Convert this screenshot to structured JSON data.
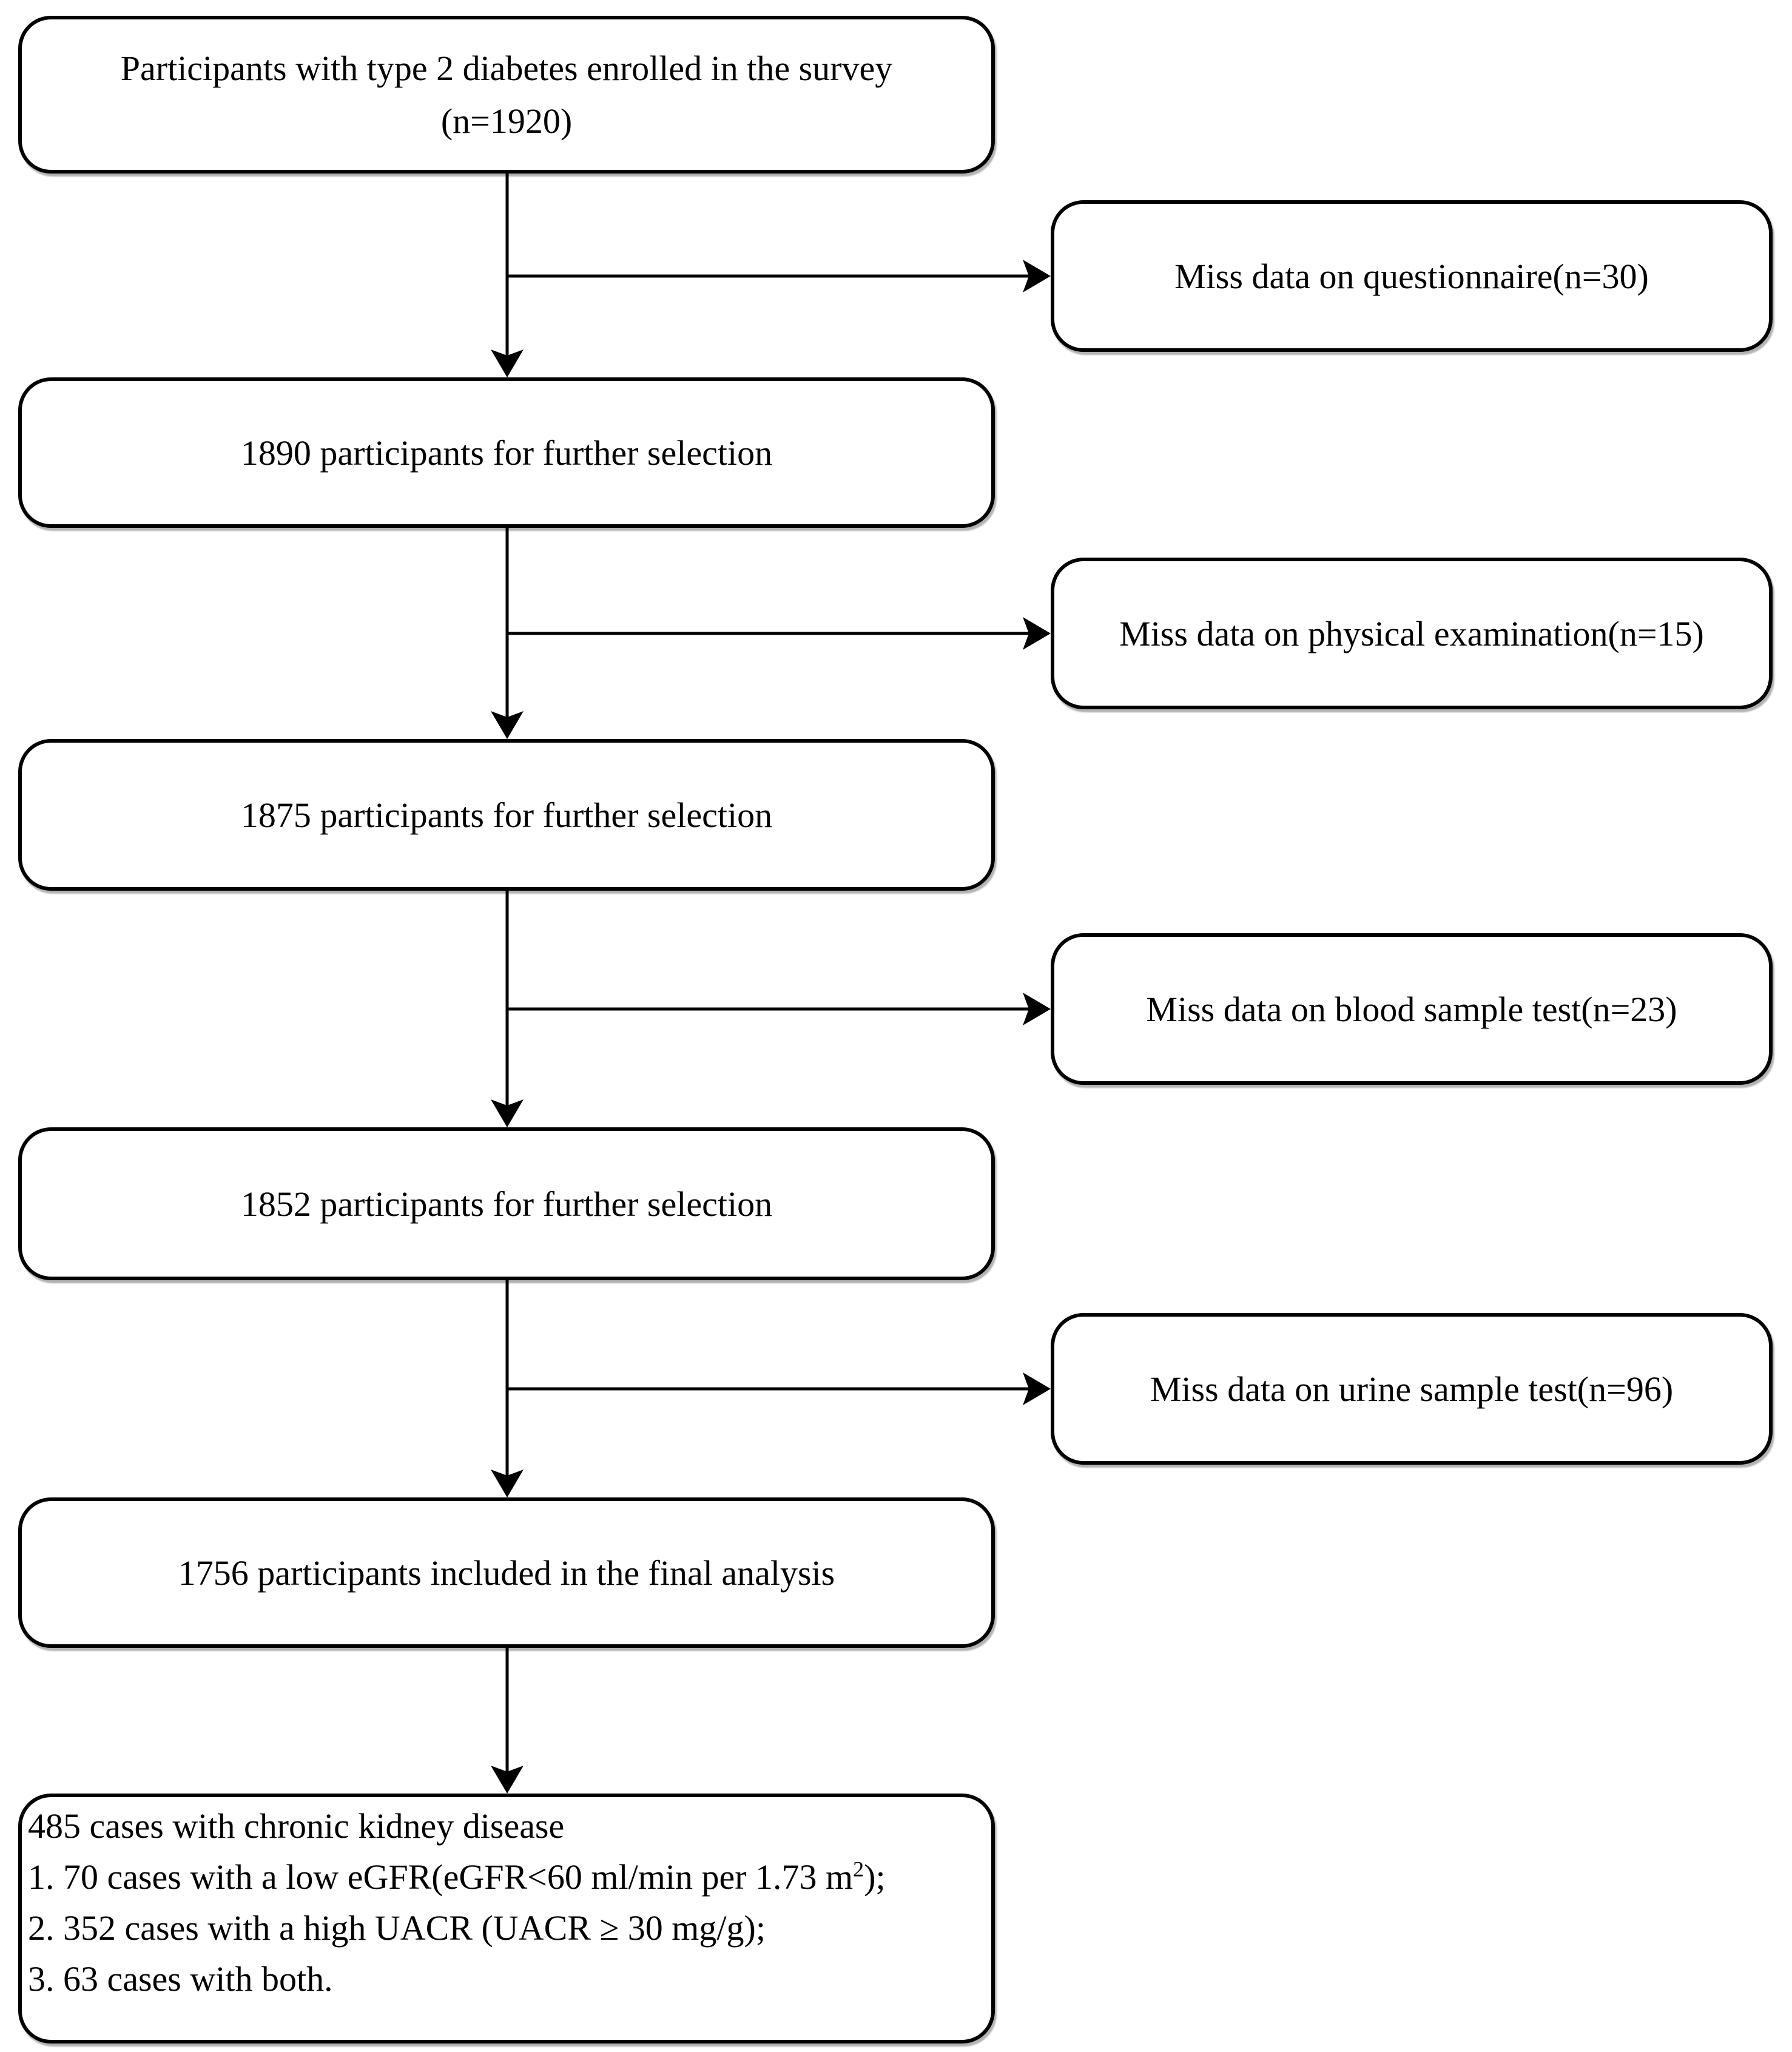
{
  "figure": {
    "type": "flowchart",
    "background_color": "#ffffff",
    "line_color": "#000000",
    "text_color": "#000000",
    "main_boxes": {
      "enrolled": {
        "line1": "Participants with type 2 diabetes enrolled in the survey",
        "line2": "(n=1920)"
      },
      "selection_1890": {
        "label": "1890 participants for further selection"
      },
      "selection_1875": {
        "label": "1875 participants for further selection"
      },
      "selection_1852": {
        "label": "1852 participants for further selection"
      },
      "final_1756": {
        "label": "1756 participants included in the final analysis"
      },
      "ckd_summary": {
        "line1": "485 cases with chronic kidney disease",
        "line2_pre": "1. 70 cases with a low eGFR(eGFR<60 ml/min per 1.73 m",
        "line2_sup": "2",
        "line2_post": ");",
        "line3": "2. 352 cases with a high UACR (UACR ≥ 30 mg/g);",
        "line4": "3. 63 cases with both."
      }
    },
    "exclusion_boxes": {
      "questionnaire": {
        "label": "Miss data on questionnaire(n=30)"
      },
      "physical_exam": {
        "label": "Miss data on physical examination(n=15)"
      },
      "blood_sample": {
        "label": "Miss data on blood sample test(n=23)"
      },
      "urine_sample": {
        "label": "Miss data on urine sample test(n=96)"
      }
    }
  }
}
